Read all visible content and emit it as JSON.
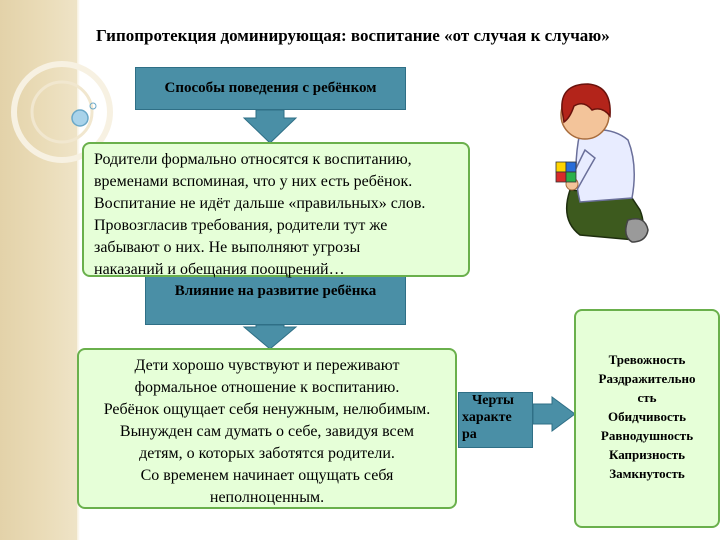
{
  "title": "Гипопротекция доминирующая: воспитание «от случая к случаю»",
  "ways_box": {
    "label": "Способы поведения с ребёнком"
  },
  "parents_box": {
    "lines": [
      "Родители формально относятся к воспитанию,",
      "временами вспоминая, что у них есть ребёнок.",
      "Воспитание не идёт дальше «правильных» слов.",
      "Провозгласив требования, родители тут же",
      "забывают о них. Не выполняют угрозы",
      "наказаний и обещания поощрений…"
    ]
  },
  "influence_box": {
    "label": "Влияние на развитие ребёнка"
  },
  "children_box": {
    "lines": [
      "Дети хорошо чувствуют и переживают",
      "формальное отношение к воспитанию.",
      "Ребёнок ощущает себя  ненужным, нелюбимым.",
      "Вынужден сам думать о себе, завидуя всем",
      "детям, о которых заботятся родители.",
      "Со временем начинает ощущать себя",
      "неполноценным."
    ]
  },
  "traits_label": {
    "lines": [
      "Черты",
      "характе",
      "ра"
    ]
  },
  "traits": {
    "lines": [
      "Тревожность",
      "Раздражительно",
      "сть",
      "Обидчивость",
      "Равнодушность",
      "Капризность",
      "Замкнутость"
    ]
  },
  "colors": {
    "teal": "#4a8fa6",
    "green_fill": "#e6ffd8",
    "green_border": "#6ab04c",
    "arrow": "#4a8fa6"
  },
  "illustration": {
    "icon": "child-playing-with-blocks"
  }
}
